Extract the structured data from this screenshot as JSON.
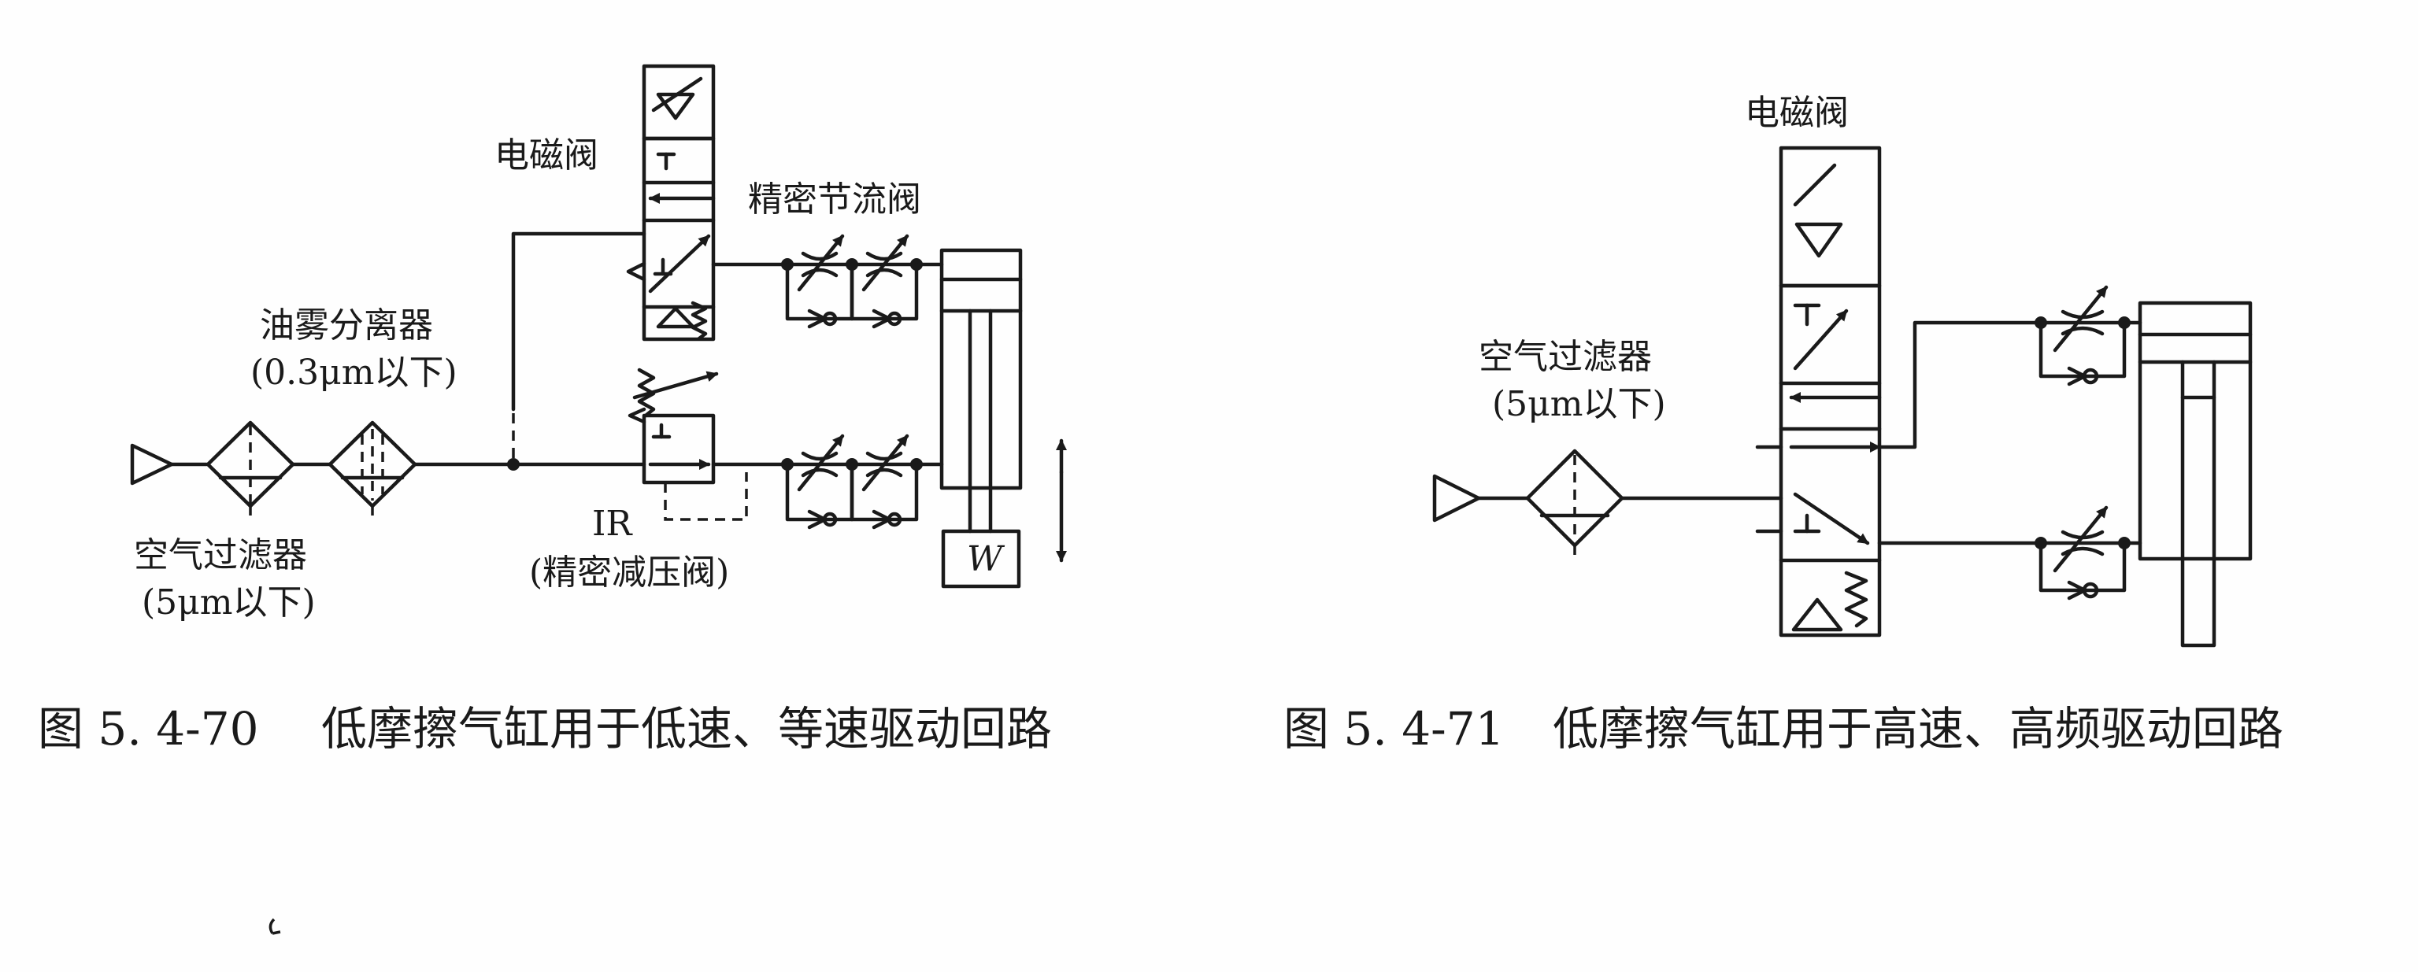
{
  "figure_left": {
    "caption_number": "图 5. 4-70",
    "caption_title": "低摩擦气缸用于低速、等速驱动回路",
    "labels": {
      "solenoid_valve": "电磁阀",
      "precision_throttle_valve": "精密节流阀",
      "oil_mist_separator": "油雾分离器",
      "oil_mist_spec": "(0.3μm以下)",
      "air_filter": "空气过滤器",
      "air_filter_spec": "(5μm以下)",
      "ir": "IR",
      "precision_reducing_valve": "(精密减压阀)",
      "load": "W"
    }
  },
  "figure_right": {
    "caption_number": "图 5. 4-71",
    "caption_title": "低摩擦气缸用于高速、高频驱动回路",
    "labels": {
      "solenoid_valve": "电磁阀",
      "air_filter": "空气过滤器",
      "air_filter_spec": "(5μm以下)"
    }
  }
}
